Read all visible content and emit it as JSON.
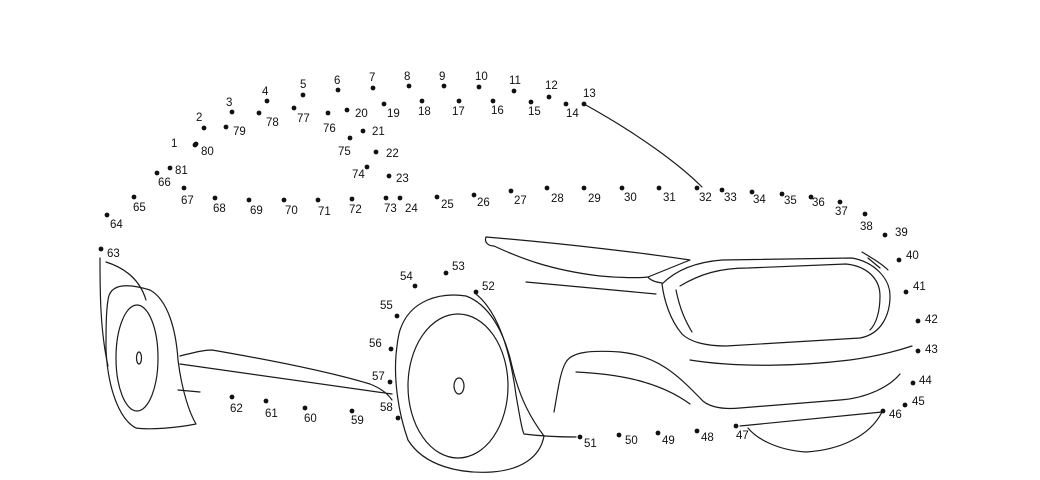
{
  "puzzle": {
    "numbers": [
      "1",
      "2",
      "3",
      "4",
      "5",
      "6",
      "7",
      "8",
      "9",
      "10",
      "11",
      "12",
      "13",
      "14",
      "15",
      "16",
      "17",
      "18",
      "19",
      "20",
      "21",
      "22",
      "23",
      "24",
      "25",
      "26",
      "27",
      "28",
      "29",
      "30",
      "31",
      "32",
      "33",
      "34",
      "35",
      "36",
      "37",
      "38",
      "39",
      "40",
      "41",
      "42",
      "43",
      "44",
      "45",
      "46",
      "47",
      "48",
      "49",
      "50",
      "51",
      "52",
      "53",
      "54",
      "55",
      "56",
      "57",
      "58",
      "59",
      "60",
      "61",
      "62",
      "63",
      "64",
      "65",
      "66",
      "67",
      "68",
      "69",
      "70",
      "71",
      "72",
      "73",
      "74",
      "75",
      "76",
      "77",
      "78",
      "79",
      "80",
      "81"
    ]
  }
}
